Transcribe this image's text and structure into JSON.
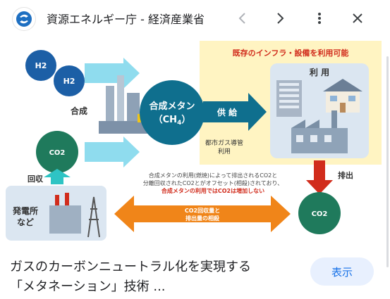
{
  "header": {
    "site_title": "資源エネルギー庁 - 経済産業省",
    "icons": [
      "agency-logo-icon",
      "back-arrow-icon",
      "forward-arrow-icon",
      "more-vert-icon",
      "close-icon"
    ]
  },
  "figure": {
    "h2_top": "H2",
    "h2_mid": "H2",
    "synthesis_label": "合成",
    "methane_line1": "合成メタン",
    "methane_line2": "（CH",
    "methane_sub": "4",
    "methane_close": "）",
    "co2_left": "CO2",
    "recovery_label": "回収",
    "supply_label": "供 給",
    "pipeline_line1": "都市ガス導管",
    "pipeline_line2": "利用",
    "infra_title": "既存のインフラ・設備を利用可能",
    "usage_label": "利 用",
    "emission_label": "排出",
    "co2_right": "CO2",
    "power_plant_line1": "発電所",
    "power_plant_line2": "など",
    "note_line1": "合成メタンの利用(燃焼)によって排出されるCO2と",
    "note_line2": "分離回収されたCO2とがオフセット(相殺)されており、",
    "note_line3": "合成メタンの利用ではCO2は増加しない",
    "offset_line1": "CO2回収量と",
    "offset_line2": "排出量の相殺",
    "colors": {
      "dark_blue": "#1c5fa6",
      "teal": "#0f6f8e",
      "green": "#1f7a5c",
      "cyan_arrow": "#5ac8e0",
      "orange": "#f08519",
      "red": "#d12c1c",
      "infra_yellow": "#fff4c2"
    }
  },
  "caption": {
    "line1": "ガスのカーボンニュートラル化を実現する",
    "line2": "「メタネーション」技術 ..."
  },
  "actions": {
    "view_label": "表示"
  }
}
